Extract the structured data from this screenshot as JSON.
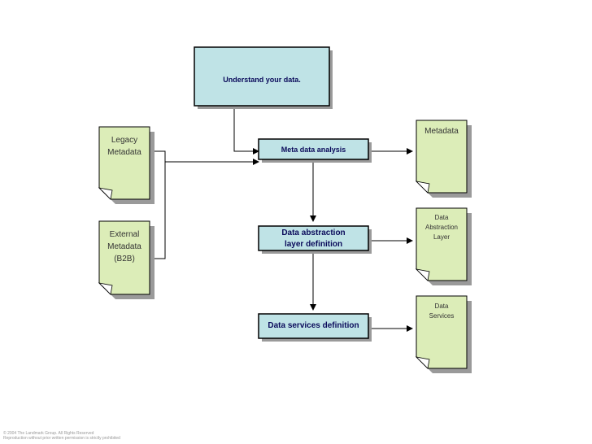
{
  "diagram": {
    "boxes": {
      "understand": "Understand your data.",
      "meta_analysis": "Meta data analysis",
      "abstraction": [
        "Data abstraction",
        "layer definition"
      ],
      "services": "Data services definition"
    },
    "documents": {
      "legacy": [
        "Legacy",
        "Metadata"
      ],
      "external": [
        "External",
        "Metadata",
        "(B2B)"
      ],
      "metadata": [
        "Metadata"
      ],
      "abstraction_layer": [
        "Data",
        "Abstraction",
        "Layer"
      ],
      "data_services": [
        "Data",
        "Services"
      ]
    },
    "colors": {
      "box_fill": "#bfe3e6",
      "doc_fill": "#dcedb8",
      "border": "#000000",
      "shadow": "#9a9a9a"
    }
  },
  "footer": {
    "line1": "© 2004 The Landmark Group. All Rights Reserved",
    "line2": "Reproduction without prior written permission is strictly prohibited"
  }
}
